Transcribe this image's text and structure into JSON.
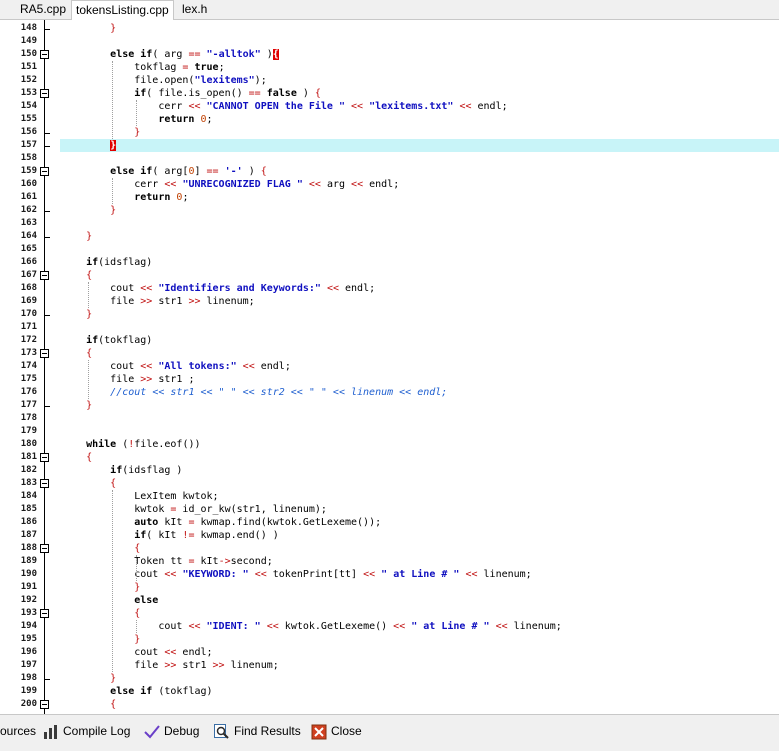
{
  "tabs": [
    {
      "label": "RA5.cpp",
      "active": false
    },
    {
      "label": "tokensListing.cpp",
      "active": true
    },
    {
      "label": "lex.h",
      "active": false
    }
  ],
  "editor": {
    "highlight_color": "#c8f4f8",
    "lines": [
      {
        "n": "148",
        "html": "        <span class='op'>}</span>"
      },
      {
        "n": "149",
        "html": ""
      },
      {
        "n": "150",
        "html": "        <span class='kw'>else if</span>( arg <span class='op'>==</span> <span class='str'>\"-alltok\"</span> )<span class='brm'>{</span>"
      },
      {
        "n": "151",
        "html": "            tokflag <span class='op'>=</span> <span class='kw'>true</span>;"
      },
      {
        "n": "152",
        "html": "            file.open(<span class='str'>\"lexitems\"</span>);"
      },
      {
        "n": "153",
        "html": "            <span class='kw'>if</span>( file.is_open() <span class='op'>==</span> <span class='kw'>false</span> ) <span class='op'>{</span>"
      },
      {
        "n": "154",
        "html": "                cerr <span class='op'>&lt;&lt;</span> <span class='str'>\"CANNOT OPEN the File \"</span> <span class='op'>&lt;&lt;</span> <span class='str'>\"lexitems.txt\"</span> <span class='op'>&lt;&lt;</span> endl;"
      },
      {
        "n": "155",
        "html": "                <span class='kw'>return</span> <span class='num'>0</span>;"
      },
      {
        "n": "156",
        "html": "            <span class='op'>}</span>"
      },
      {
        "n": "157",
        "html": "        <span class='brm'>}</span>",
        "highlight": true
      },
      {
        "n": "158",
        "html": ""
      },
      {
        "n": "159",
        "html": "        <span class='kw'>else if</span>( arg[<span class='num'>0</span>] <span class='op'>==</span> <span class='str'>'-'</span> ) <span class='op'>{</span>"
      },
      {
        "n": "160",
        "html": "            cerr <span class='op'>&lt;&lt;</span> <span class='str'>\"UNRECOGNIZED FLAG \"</span> <span class='op'>&lt;&lt;</span> arg <span class='op'>&lt;&lt;</span> endl;"
      },
      {
        "n": "161",
        "html": "            <span class='kw'>return</span> <span class='num'>0</span>;"
      },
      {
        "n": "162",
        "html": "        <span class='op'>}</span>"
      },
      {
        "n": "163",
        "html": ""
      },
      {
        "n": "164",
        "html": "    <span class='op'>}</span>"
      },
      {
        "n": "165",
        "html": ""
      },
      {
        "n": "166",
        "html": "    <span class='kw'>if</span>(idsflag)"
      },
      {
        "n": "167",
        "html": "    <span class='op'>{</span>"
      },
      {
        "n": "168",
        "html": "        cout <span class='op'>&lt;&lt;</span> <span class='str'>\"Identifiers and Keywords:\"</span> <span class='op'>&lt;&lt;</span> endl;"
      },
      {
        "n": "169",
        "html": "        file <span class='op'>&gt;&gt;</span> str1 <span class='op'>&gt;&gt;</span> linenum;"
      },
      {
        "n": "170",
        "html": "    <span class='op'>}</span>"
      },
      {
        "n": "171",
        "html": ""
      },
      {
        "n": "172",
        "html": "    <span class='kw'>if</span>(tokflag)"
      },
      {
        "n": "173",
        "html": "    <span class='op'>{</span>"
      },
      {
        "n": "174",
        "html": "        cout <span class='op'>&lt;&lt;</span> <span class='str'>\"All tokens:\"</span> <span class='op'>&lt;&lt;</span> endl;"
      },
      {
        "n": "175",
        "html": "        file <span class='op'>&gt;&gt;</span> str1 ;"
      },
      {
        "n": "176",
        "html": "        <span class='cmt'>//cout &lt;&lt; str1 &lt;&lt; \" \" &lt;&lt; str2 &lt;&lt; \" \" &lt;&lt; linenum &lt;&lt; endl;</span>"
      },
      {
        "n": "177",
        "html": "    <span class='op'>}</span>"
      },
      {
        "n": "178",
        "html": ""
      },
      {
        "n": "179",
        "html": ""
      },
      {
        "n": "180",
        "html": "    <span class='kw'>while</span> (<span class='op'>!</span>file.eof())"
      },
      {
        "n": "181",
        "html": "    <span class='op'>{</span>"
      },
      {
        "n": "182",
        "html": "        <span class='kw'>if</span>(idsflag )"
      },
      {
        "n": "183",
        "html": "        <span class='op'>{</span>"
      },
      {
        "n": "184",
        "html": "            LexItem kwtok;"
      },
      {
        "n": "185",
        "html": "            kwtok <span class='op'>=</span> id_or_kw(str1, linenum);"
      },
      {
        "n": "186",
        "html": "            <span class='kw'>auto</span> kIt <span class='op'>=</span> kwmap.find(kwtok.GetLexeme());"
      },
      {
        "n": "187",
        "html": "            <span class='kw'>if</span>( kIt <span class='op'>!=</span> kwmap.end() )"
      },
      {
        "n": "188",
        "html": "            <span class='op'>{</span>"
      },
      {
        "n": "189",
        "html": "            Token tt <span class='op'>=</span> kIt<span class='op'>-&gt;</span>second;"
      },
      {
        "n": "190",
        "html": "            cout <span class='op'>&lt;&lt;</span> <span class='str'>\"KEYWORD: \"</span> <span class='op'>&lt;&lt;</span> tokenPrint[tt] <span class='op'>&lt;&lt;</span> <span class='str'>\" at Line # \"</span> <span class='op'>&lt;&lt;</span> linenum;"
      },
      {
        "n": "191",
        "html": "            <span class='op'>}</span>"
      },
      {
        "n": "192",
        "html": "            <span class='kw'>else</span>"
      },
      {
        "n": "193",
        "html": "            <span class='op'>{</span>"
      },
      {
        "n": "194",
        "html": "                cout <span class='op'>&lt;&lt;</span> <span class='str'>\"IDENT: \"</span> <span class='op'>&lt;&lt;</span> kwtok.GetLexeme() <span class='op'>&lt;&lt;</span> <span class='str'>\" at Line # \"</span> <span class='op'>&lt;&lt;</span> linenum;"
      },
      {
        "n": "195",
        "html": "            <span class='op'>}</span>"
      },
      {
        "n": "196",
        "html": "            cout <span class='op'>&lt;&lt;</span> endl;"
      },
      {
        "n": "197",
        "html": "            file <span class='op'>&gt;&gt;</span> str1 <span class='op'>&gt;&gt;</span> linenum;"
      },
      {
        "n": "198",
        "html": "        <span class='op'>}</span>"
      },
      {
        "n": "199",
        "html": "        <span class='kw'>else if</span> (tokflag)"
      },
      {
        "n": "200",
        "html": "        <span class='op'>{</span>"
      }
    ]
  },
  "bottom_tabs": [
    {
      "label": "ources",
      "icon": "sources-icon"
    },
    {
      "label": "Compile Log",
      "icon": "chart-bars-icon"
    },
    {
      "label": "Debug",
      "icon": "checkmark-icon"
    },
    {
      "label": "Find Results",
      "icon": "magnifier-icon"
    },
    {
      "label": "Close",
      "icon": "close-icon"
    }
  ]
}
